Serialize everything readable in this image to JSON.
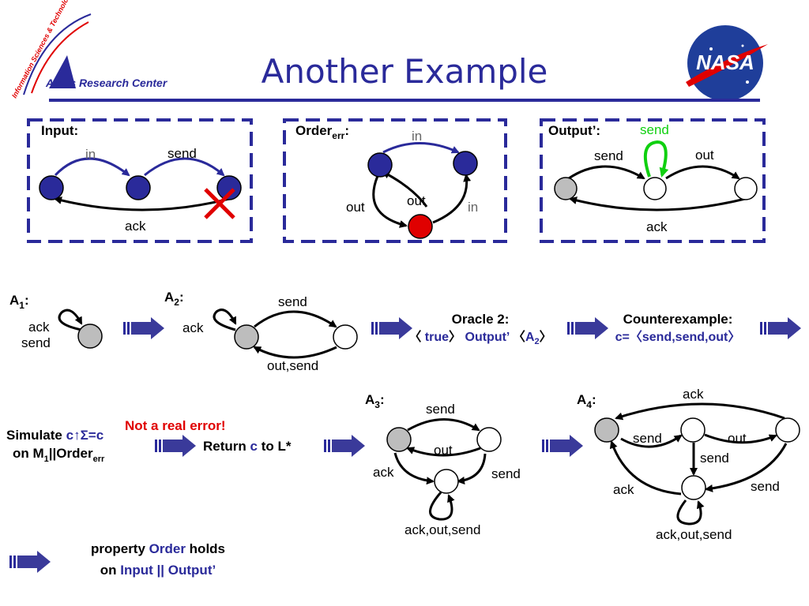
{
  "title": "Another Example",
  "logo_left": {
    "arc_text": "Information Sciences & Technology",
    "name": "Ames Research Center"
  },
  "logo_right": {
    "text": "NASA"
  },
  "boxes": {
    "input": {
      "label": "Input:",
      "edges": {
        "in": "in",
        "send": "send",
        "ack": "ack"
      }
    },
    "order": {
      "label_main": "Order",
      "label_sub": "err",
      "label_colon": ":",
      "edges": {
        "in_top": "in",
        "out_left": "out",
        "out_mid": "out",
        "in_right": "in"
      }
    },
    "output": {
      "label": "Output’:",
      "edges": {
        "send_loop": "send",
        "send": "send",
        "out": "out",
        "ack": "ack"
      }
    }
  },
  "a1": {
    "name": "A",
    "sub": "1",
    "colon": ":",
    "loop_labels": [
      "ack",
      "send"
    ]
  },
  "a2": {
    "name": "A",
    "sub": "2",
    "colon": ":",
    "loop_label": "ack",
    "top": "send",
    "bottom": "out,send"
  },
  "oracle": {
    "title": "Oracle 2:",
    "open1": "〈",
    "true_word": " true",
    "close1": "〉",
    "output_word": " Output’ ",
    "open2": "〈",
    "a_name": "A",
    "a_sub": "2",
    "close2": "〉"
  },
  "counterexample": {
    "title": "Counterexample:",
    "value": "c=〈send,send,out〉"
  },
  "simulate": {
    "line1_prefix": "Simulate ",
    "line1_c": "c",
    "line1_sym": "↑Σ=c",
    "line2_on": "on M",
    "line2_sub1": "1",
    "line2_mid": "||Order",
    "line2_sub2": "err"
  },
  "not_real_error": "Not a real error!",
  "return_text": {
    "prefix": "Return ",
    "c": "c",
    "suffix": " to L*"
  },
  "a3": {
    "name": "A",
    "sub": "3",
    "colon": ":",
    "edges": [
      "send",
      "out",
      "ack",
      "send",
      "ack,out,send"
    ]
  },
  "a4": {
    "name": "A",
    "sub": "4",
    "colon": ":",
    "edges": [
      "ack",
      "send",
      "out",
      "send",
      "ack",
      "send",
      "ack,out,send"
    ]
  },
  "property": {
    "prefix": "property ",
    "order": "Order",
    "holds": " holds",
    "on": "on ",
    "composition": "Input || Output’"
  },
  "colors": {
    "title": "#2a2a9a",
    "box_border": "#2a2a9a",
    "state_fill": "#2a2a9a",
    "error_state": "#e00000",
    "init_state": "#bdbdbd",
    "send_loop": "#10d010",
    "arrow": "#3a3a9a"
  }
}
